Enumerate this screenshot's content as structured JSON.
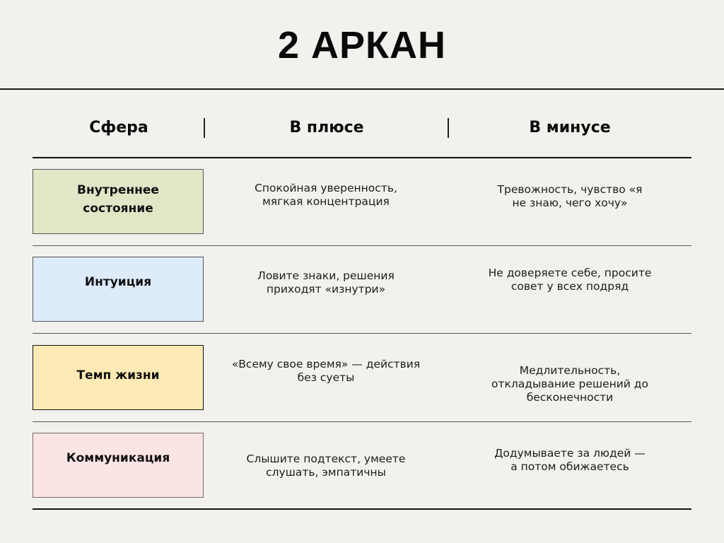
{
  "title": "2 АРКАН",
  "table": {
    "headers": {
      "sphere": "Сфера",
      "plus": "В плюсе",
      "minus": "В минусе"
    },
    "rows": [
      {
        "sphere": "Внутреннее состояние",
        "color": "#e2e6c7",
        "plus": "Спокойная уверенность, мягкая концентрация",
        "minus": "Тревожность, чувство «я не знаю, чего хочу»"
      },
      {
        "sphere": "Интуиция",
        "color": "#ddebfb",
        "plus": "Ловите знаки, решения приходят «изнутри»",
        "minus": "Не доверяете себе, просите совет у всех подряд"
      },
      {
        "sphere": "Темп жизни",
        "color": "#fdeab4",
        "plus": "«Всему свое время» — действия без суеты",
        "minus": "Медлительность, откладывание решений до бесконечности"
      },
      {
        "sphere": "Коммуникация",
        "color": "#fbe4e4",
        "plus": "Слышите подтекст, умеете слушать, эмпатичны",
        "minus": "Додумываете за людей — а потом обижаетесь"
      }
    ]
  }
}
